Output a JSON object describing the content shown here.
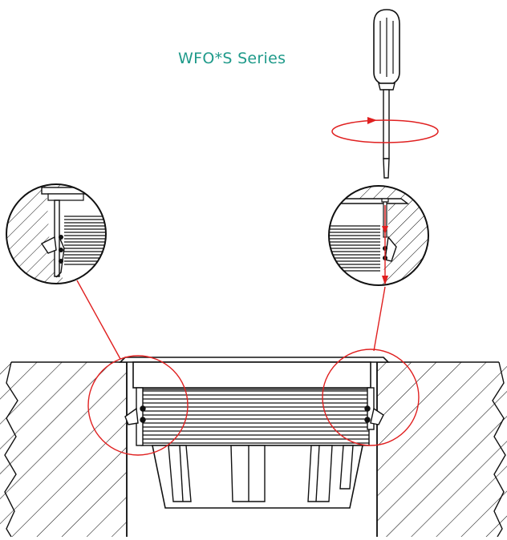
{
  "diagram": {
    "title": "WFO*S Series",
    "colors": {
      "title": "#1f9a8a",
      "line": "#111111",
      "callout": "#e02020",
      "background": "#ffffff"
    },
    "icons": [
      "screwdriver-icon",
      "rotation-arrow-icon",
      "callout-circle",
      "magnified-detail-circle"
    ]
  }
}
